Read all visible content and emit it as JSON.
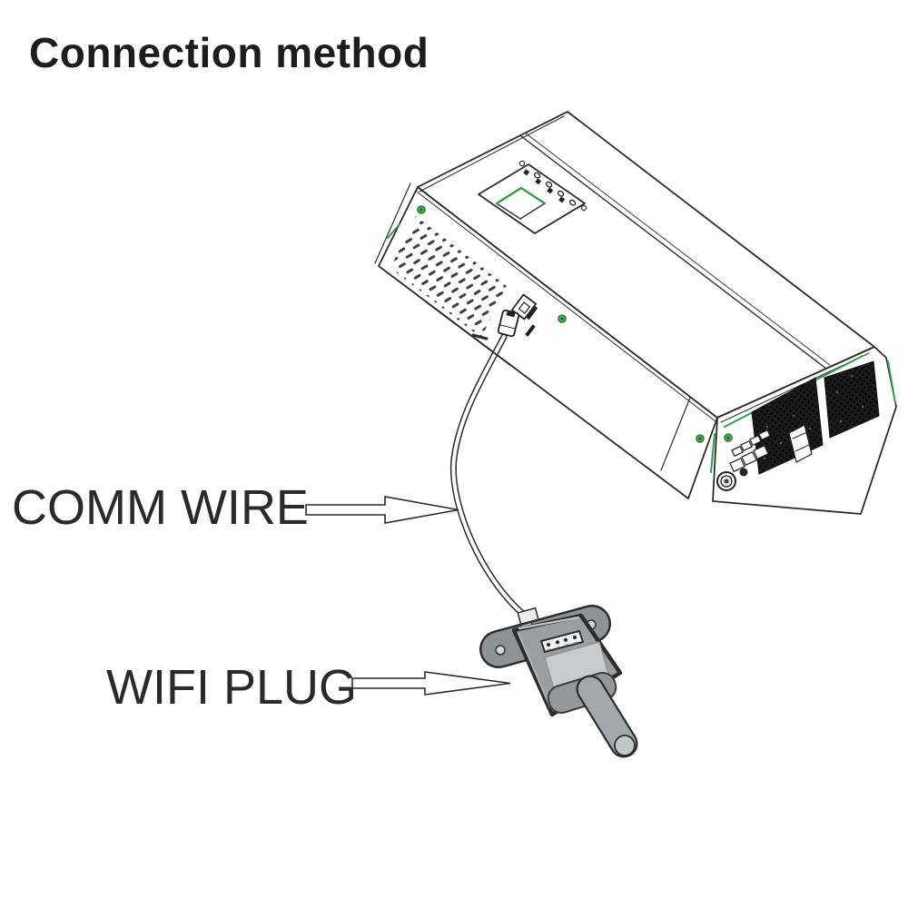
{
  "title": {
    "text": "Connection method"
  },
  "callouts": {
    "comm_wire": {
      "label": "COMM WIRE"
    },
    "wifi_plug": {
      "label": "WIFI PLUG"
    }
  },
  "diagram": {
    "device": "solar inverter line drawing",
    "connection": "communication cable from inverter COMM port to WIFI plug",
    "wifi_plug_leds": 4,
    "inverter_panel_leds": 4
  },
  "colors": {
    "background": "#ffffff",
    "line": "#2b2b2b",
    "text": "#1d1d1f",
    "accent_green": "#2f9e44",
    "screw_green": "#3fae4c",
    "plug_body_gray": "#9aa0a2",
    "plug_flange_gray": "#8f9396",
    "plug_label_gray": "#c8cacb",
    "plug_led_strip": "#f2f2f2",
    "mesh_dark": "#1b1b1b"
  }
}
